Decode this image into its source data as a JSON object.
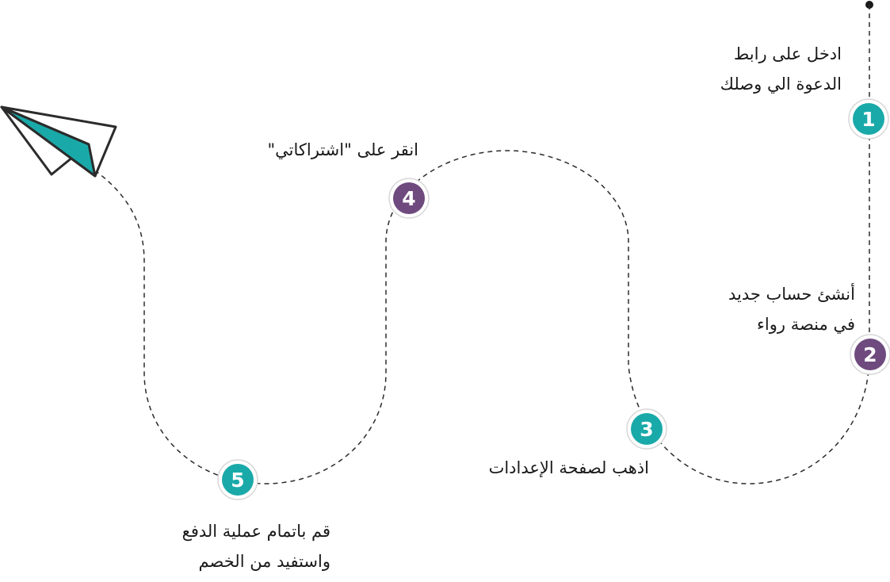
{
  "steps": [
    {
      "number": "1",
      "lines": [
        "ادخل على رابط",
        "الدعوة الي وصلك"
      ],
      "color": "#1aa9a9"
    },
    {
      "number": "2",
      "lines": [
        "أنشئ حساب جديد",
        "في منصة رواء"
      ],
      "color": "#6e4a7e"
    },
    {
      "number": "3",
      "lines": [
        "اذهب لصفحة الإعدادات"
      ],
      "color": "#1aa9a9"
    },
    {
      "number": "4",
      "lines": [
        "انقر على \"اشتراكاتي\""
      ],
      "color": "#6e4a7e"
    },
    {
      "number": "5",
      "lines": [
        "قم باتمام عملية الدفع",
        "واستفيد من الخصم"
      ],
      "color": "#1aa9a9"
    }
  ],
  "icons": {
    "end": "paper-plane-icon",
    "start": "start-dot"
  },
  "colors": {
    "teal": "#1aa9a9",
    "purple": "#6e4a7e",
    "line": "#2b2b2b"
  }
}
